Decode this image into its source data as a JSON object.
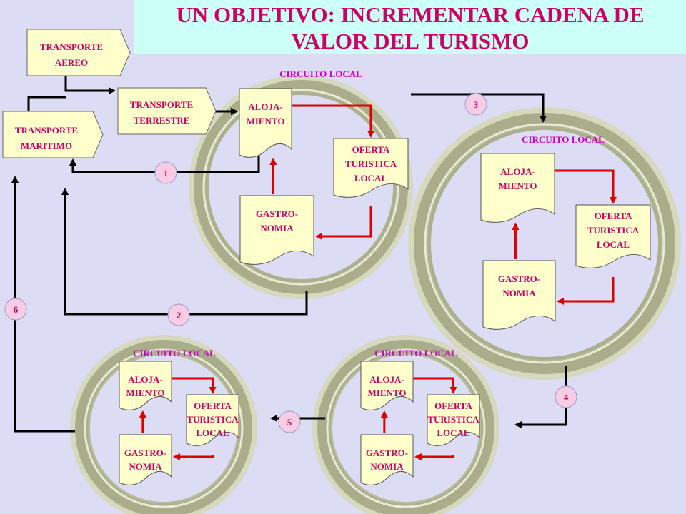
{
  "title": {
    "line1": "UN OBJETIVO: INCREMENTAR CADENA DE",
    "line2": "VALOR DEL TURISMO"
  },
  "transport": {
    "aereo": [
      "TRANSPORTE",
      "AEREO"
    ],
    "terrestre": [
      "TRANSPORTE",
      "TERRESTRE"
    ],
    "maritimo": [
      "TRANSPORTE",
      "MARITIMO"
    ]
  },
  "circuit_label": "CIRCUITO LOCAL",
  "nodes": {
    "alojamiento": [
      "ALOJA-",
      "MIENTO"
    ],
    "oferta": [
      "OFERTA",
      "TURISTICA",
      "LOCAL"
    ],
    "gastronomia": [
      "GASTRO-",
      "NOMIA"
    ]
  },
  "steps": [
    "1",
    "2",
    "3",
    "4",
    "5",
    "6"
  ],
  "colors": {
    "background": "#dcdcf5",
    "title_box": "#ccfff5",
    "title_text": "#cc0066",
    "node_fill": "#ffffcc",
    "ring": "#a9ad8a",
    "flow_arrow": "#dd0000",
    "connector": "#000000",
    "step_badge": "#f8cce2"
  }
}
